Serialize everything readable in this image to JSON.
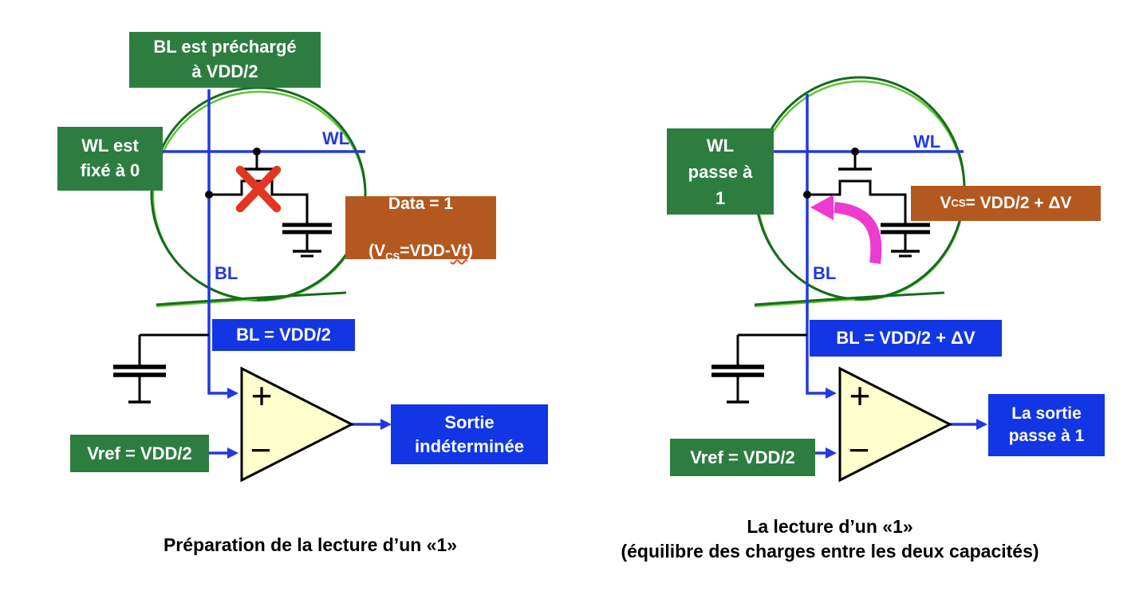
{
  "colors": {
    "green_box": "#2E7D40",
    "blue_box": "#1236E4",
    "brown_box": "#B3591F",
    "line_blue": "#2139E0",
    "circle_green_dark": "#166B1E",
    "circle_green_light": "#5FC533",
    "red_x": "#E23522",
    "magenta_arrow": "#ED3BCF",
    "comparator_fill": "#FFFFCC",
    "text_white": "#FFFFFF",
    "caption_black": "#000000"
  },
  "left": {
    "precharge_box": "BL est préchargé\nà VDD/2",
    "wl_state_box": "WL est\nfixé à 0",
    "wl_label": "WL",
    "bl_label": "BL",
    "data_box": {
      "line1": "Data = 1",
      "pre": "(V",
      "sub": "CS",
      "mid": "=VDD-",
      "vt": "Vt",
      "post": ")"
    },
    "bl_value": "BL = VDD/2",
    "vref": "Vref = VDD/2",
    "plus": "+",
    "minus": "−",
    "output": "Sortie\nindéterminée",
    "caption": "Préparation de la lecture d’un «1»"
  },
  "right": {
    "wl_state_box": "WL\npasse à\n1",
    "wl_label": "WL",
    "bl_label": "BL",
    "vcs_box": {
      "pre": "V",
      "sub": "CS",
      "post": "= VDD/2 + ΔV"
    },
    "bl_value": "BL = VDD/2 + ΔV",
    "vref": "Vref = VDD/2",
    "plus": "+",
    "minus": "−",
    "output": "La sortie\npasse à 1",
    "caption": "La lecture d’un «1»\n(équilibre des charges entre les deux capacités)"
  }
}
